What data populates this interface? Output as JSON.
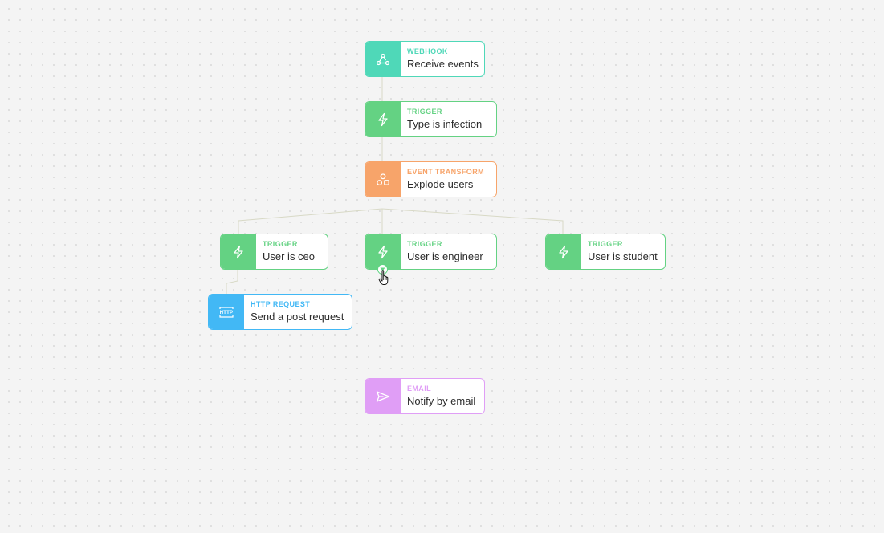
{
  "colors": {
    "webhook": "#4fd8b8",
    "trigger": "#64d283",
    "transform": "#f7a46a",
    "http": "#42b8f5",
    "email": "#e09ef6",
    "edge": "#d8d9c6"
  },
  "nodes": {
    "webhook": {
      "category": "WEBHOOK",
      "title": "Receive events",
      "icon": "webhook-icon"
    },
    "trigger_infection": {
      "category": "TRIGGER",
      "title": "Type is infection",
      "icon": "lightning-icon"
    },
    "transform": {
      "category": "EVENT TRANSFORM",
      "title": "Explode users",
      "icon": "shapes-icon"
    },
    "trigger_ceo": {
      "category": "TRIGGER",
      "title": "User is ceo",
      "icon": "lightning-icon"
    },
    "trigger_engineer": {
      "category": "TRIGGER",
      "title": "User is engineer",
      "icon": "lightning-icon"
    },
    "trigger_student": {
      "category": "TRIGGER",
      "title": "User is student",
      "icon": "lightning-icon"
    },
    "http": {
      "category": "HTTP REQUEST",
      "title": "Send a post request",
      "icon": "http-icon",
      "icon_text": "HTTP"
    },
    "email": {
      "category": "EMAIL",
      "title": "Notify by email",
      "icon": "send-icon"
    }
  }
}
